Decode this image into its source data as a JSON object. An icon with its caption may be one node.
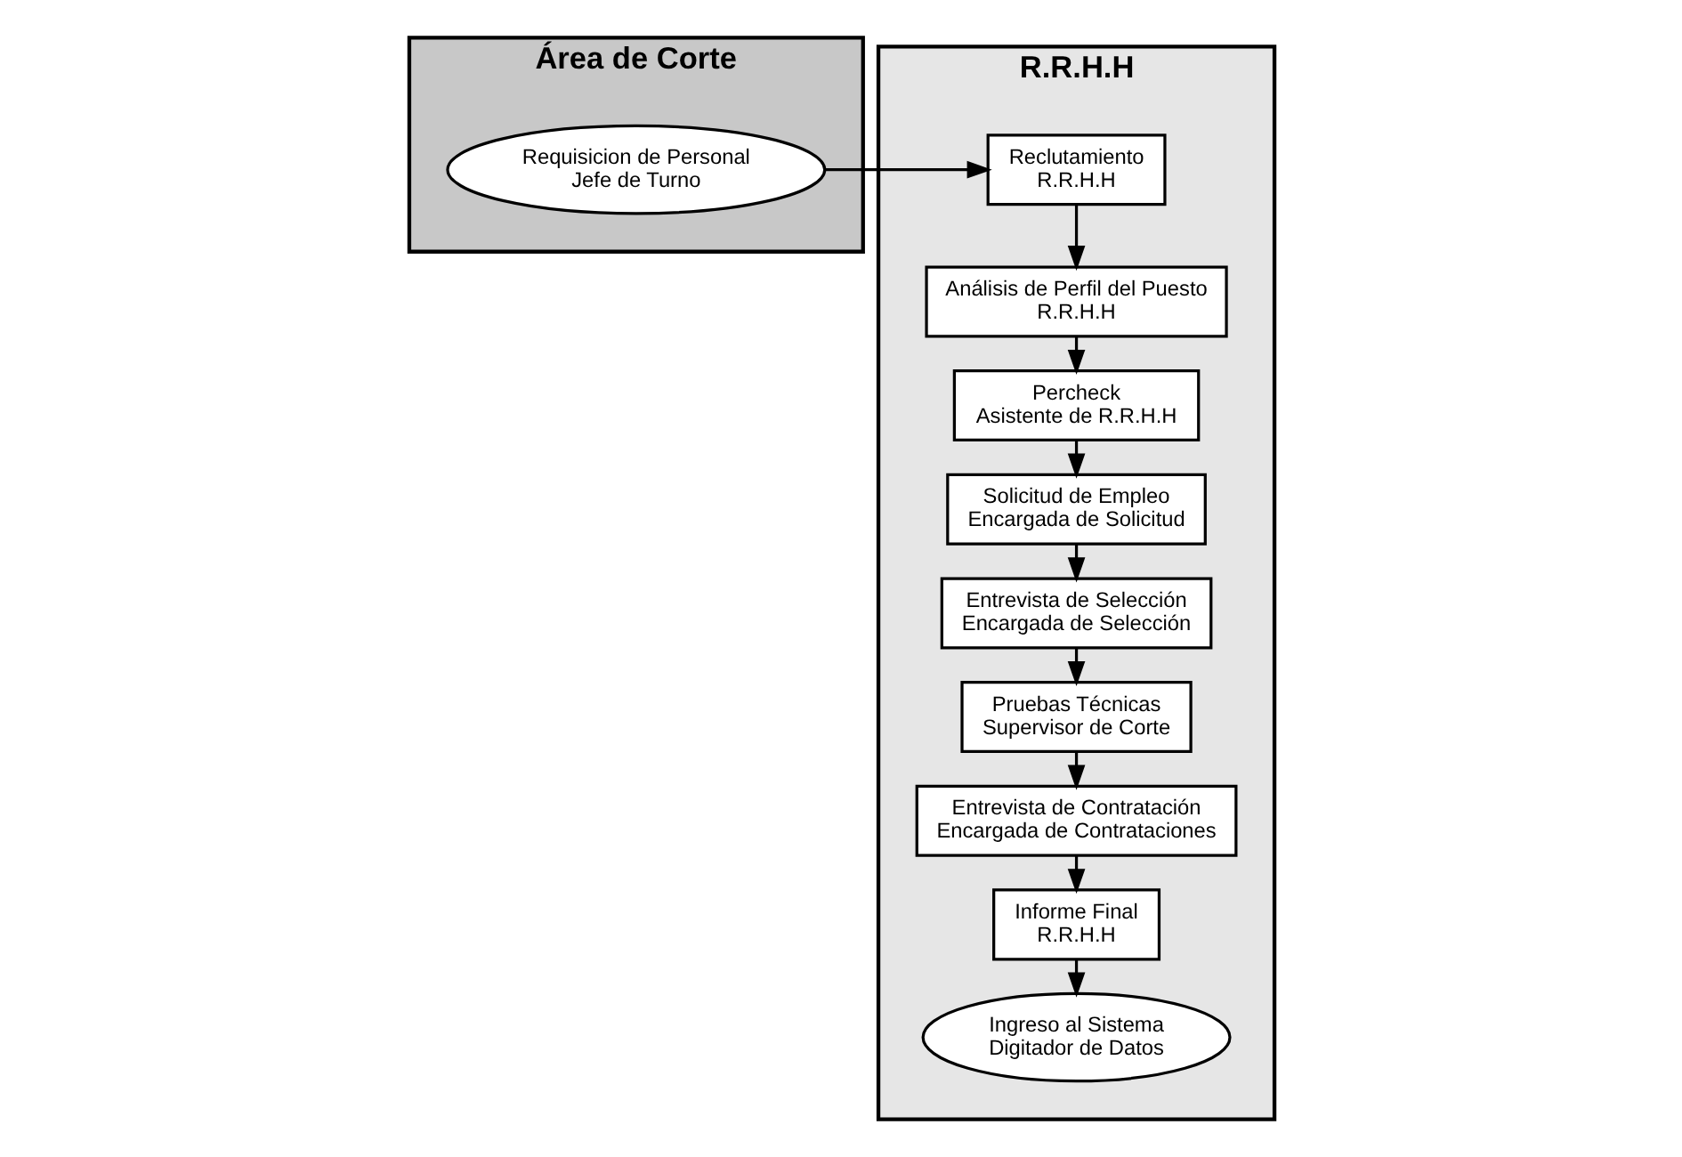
{
  "diagram": {
    "nodes": [
      {
        "text": [
          "Área de Corte"
        ]
      },
      {
        "text": [
          "R.R.H.H"
        ]
      },
      {
        "text": [
          "Requisicion de Personal",
          "Jefe de Turno"
        ],
        "in": 0
      },
      {
        "text": [
          "Reclutamiento",
          "R.R.H.H"
        ],
        "in": 1
      },
      {
        "text": [
          "Análisis de Perfil del Puesto",
          "R.R.H.H"
        ],
        "in": 1
      },
      {
        "text": [
          "Percheck",
          "Asistente de R.R.H.H"
        ],
        "in": 1
      },
      {
        "text": [
          "Solicitud de Empleo",
          "Encargada de Solicitud"
        ],
        "in": 1
      },
      {
        "text": [
          "Entrevista de Selección",
          "Encargada de Selección"
        ],
        "in": 1
      },
      {
        "text": [
          "Pruebas Técnicas",
          "Supervisor de Corte"
        ],
        "in": 1
      },
      {
        "text": [
          "Entrevista de Contratación",
          "Encargada de Contrataciones"
        ],
        "in": 1
      },
      {
        "text": [
          "Informe Final",
          "R.R.H.H"
        ],
        "in": 1
      },
      {
        "text": [
          "Ingreso al Sistema",
          "Digitador de Datos"
        ],
        "in": 1
      }
    ],
    "edges": [
      {
        "from": 2,
        "to": 3,
        "arrow": "to"
      },
      {
        "from": 3,
        "to": 4,
        "arrow": "to"
      },
      {
        "from": 4,
        "to": 5,
        "arrow": "to"
      },
      {
        "from": 5,
        "to": 6,
        "arrow": "to"
      },
      {
        "from": 6,
        "to": 7,
        "arrow": "to"
      },
      {
        "from": 7,
        "to": 8,
        "arrow": "to"
      },
      {
        "from": 8,
        "to": 9,
        "arrow": "to"
      },
      {
        "from": 9,
        "to": 10,
        "arrow": "to"
      },
      {
        "from": 10,
        "to": 11,
        "arrow": "to"
      }
    ]
  }
}
